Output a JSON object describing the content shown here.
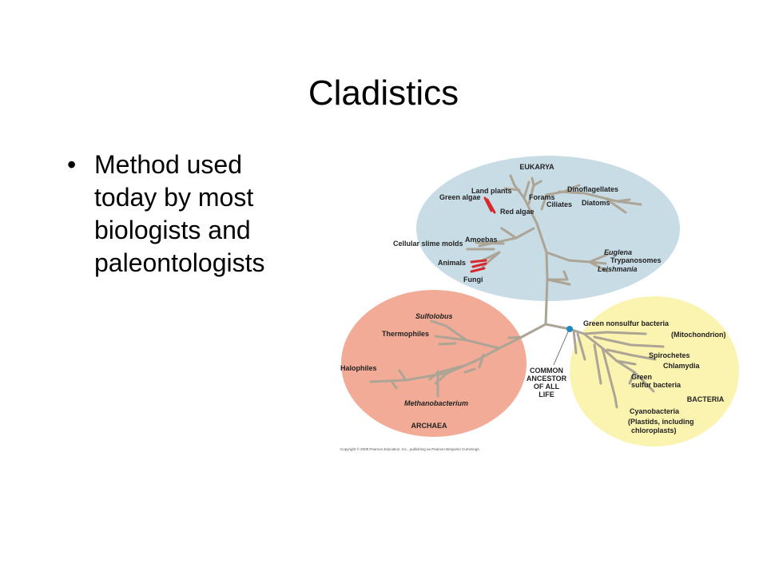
{
  "slide": {
    "title": "Cladistics",
    "bullets": [
      "Method used today by most biologists and paleontologists"
    ]
  },
  "tree": {
    "domains": {
      "eukarya": "EUKARYA",
      "archaea": "ARCHAEA",
      "bacteria": "BACTERIA"
    },
    "colors": {
      "eukarya_fill": "#c8dce6",
      "archaea_fill": "#f2ab96",
      "bacteria_fill": "#fbf3b0",
      "branch": "#aca596",
      "highlight_branch": "#d8282c",
      "root_dot": "#1f8ac0"
    },
    "eukarya_taxa": {
      "land_plants": "Land plants",
      "green_algae": "Green algae",
      "red_algae": "Red algae",
      "forams": "Forams",
      "ciliates": "Ciliates",
      "dinoflagellates": "Dinoflagellates",
      "diatoms": "Diatoms",
      "amoebas": "Amoebas",
      "cellular_slime_molds": "Cellular slime molds",
      "animals": "Animals",
      "fungi": "Fungi",
      "euglena": "Euglena",
      "trypanosomes": "Trypanosomes",
      "leishmania": "Leishmania"
    },
    "archaea_taxa": {
      "sulfolobus": "Sulfolobus",
      "thermophiles": "Thermophiles",
      "halophiles": "Halophiles",
      "methanobacterium": "Methanobacterium"
    },
    "bacteria_taxa": {
      "green_nonsulfur": "Green nonsulfur bacteria",
      "mitochondrion": "(Mitochondrion)",
      "spirochetes": "Spirochetes",
      "chlamydia": "Chlamydia",
      "green_sulfur_1": "Green",
      "green_sulfur_2": "sulfur bacteria",
      "cyanobacteria": "Cyanobacteria",
      "plastids_1": "(Plastids, including",
      "plastids_2": "chloroplasts)"
    },
    "ancestor_label": [
      "COMMON",
      "ANCESTOR",
      "OF ALL",
      "LIFE"
    ],
    "copyright": "Copyright © 2008 Pearson Education, Inc., publishing as Pearson Benjamin Cummings."
  }
}
